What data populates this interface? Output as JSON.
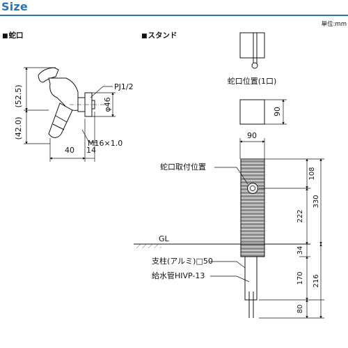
{
  "header": {
    "title": "Size",
    "unit_label": "単位:mm"
  },
  "sections": {
    "faucet": "蛇口",
    "stand": "スタンド",
    "marker": "■"
  },
  "faucet_dims": {
    "upper_height": "(52.5)",
    "lower_height": "(42.0)",
    "thread_pj": "PJ1/2",
    "diameter": "φ46",
    "thread_m": "M16×1.0",
    "width": "40",
    "flange": "14"
  },
  "stand_labels": {
    "top_view_caption": "蛇口位置(1口)",
    "top_view_size": "90",
    "front_width": "90",
    "faucet_mount": "蛇口取付位置",
    "ground": "GL",
    "post": "支柱(アルミ)□50",
    "pipe": "給水管HIVP-13"
  },
  "stand_dims": {
    "top_to_faucet": "108",
    "overall_above": "330",
    "faucet_to_gl": "222",
    "gl_offset": "34",
    "embed_total": "216",
    "embed_upper": "170",
    "embed_lower": "80"
  },
  "colors": {
    "accent": "#2a74b8",
    "post_fill": "#8c8c8c",
    "post_rib": "#d8d8d8"
  }
}
